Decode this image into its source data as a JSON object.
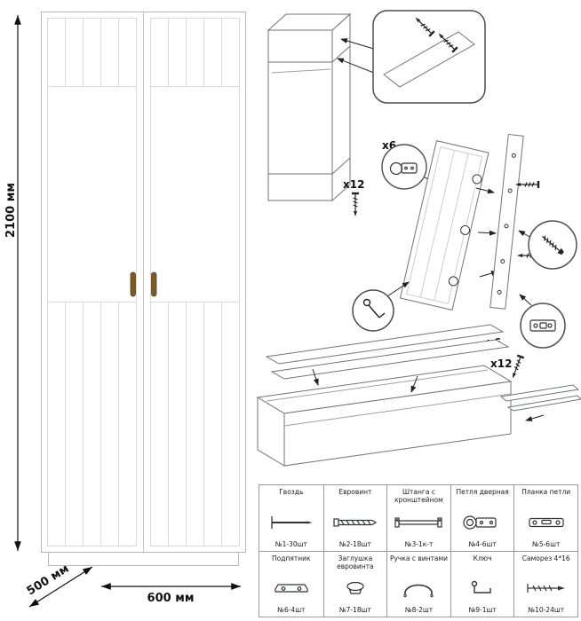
{
  "dimensions": {
    "height": "2100 мм",
    "depth": "500 мм",
    "width": "600 мм"
  },
  "callouts": {
    "x12_top": "x12",
    "x6_top": "x6",
    "x6_bottom": "x6",
    "x12_bottom": "x12"
  },
  "parts_table": {
    "rows": [
      [
        {
          "name": "Гвоздь",
          "icon": "nail",
          "count": "№1-30шт"
        },
        {
          "name": "Евровинт",
          "icon": "euro-screw",
          "count": "№2-18шт"
        },
        {
          "name": "Штанга с кронштейном",
          "icon": "rod-with-bracket",
          "count": "№3-1к-т"
        },
        {
          "name": "Петля дверная",
          "icon": "door-hinge",
          "count": "№4-6шт"
        },
        {
          "name": "Планка петли",
          "icon": "hinge-plate",
          "count": "№5-6шт"
        }
      ],
      [
        {
          "name": "Подпятник",
          "icon": "foot-glide",
          "count": "№6-4шт"
        },
        {
          "name": "Заглушка евровинта",
          "icon": "screw-cap",
          "count": "№7-18шт"
        },
        {
          "name": "Ручка с винтами",
          "icon": "handle-with-screws",
          "count": "№8-2шт"
        },
        {
          "name": "Ключ",
          "icon": "key",
          "count": "№9-1шт"
        },
        {
          "name": "Саморез 4*16",
          "icon": "wood-screw",
          "count": "№10-24шт"
        }
      ]
    ]
  }
}
